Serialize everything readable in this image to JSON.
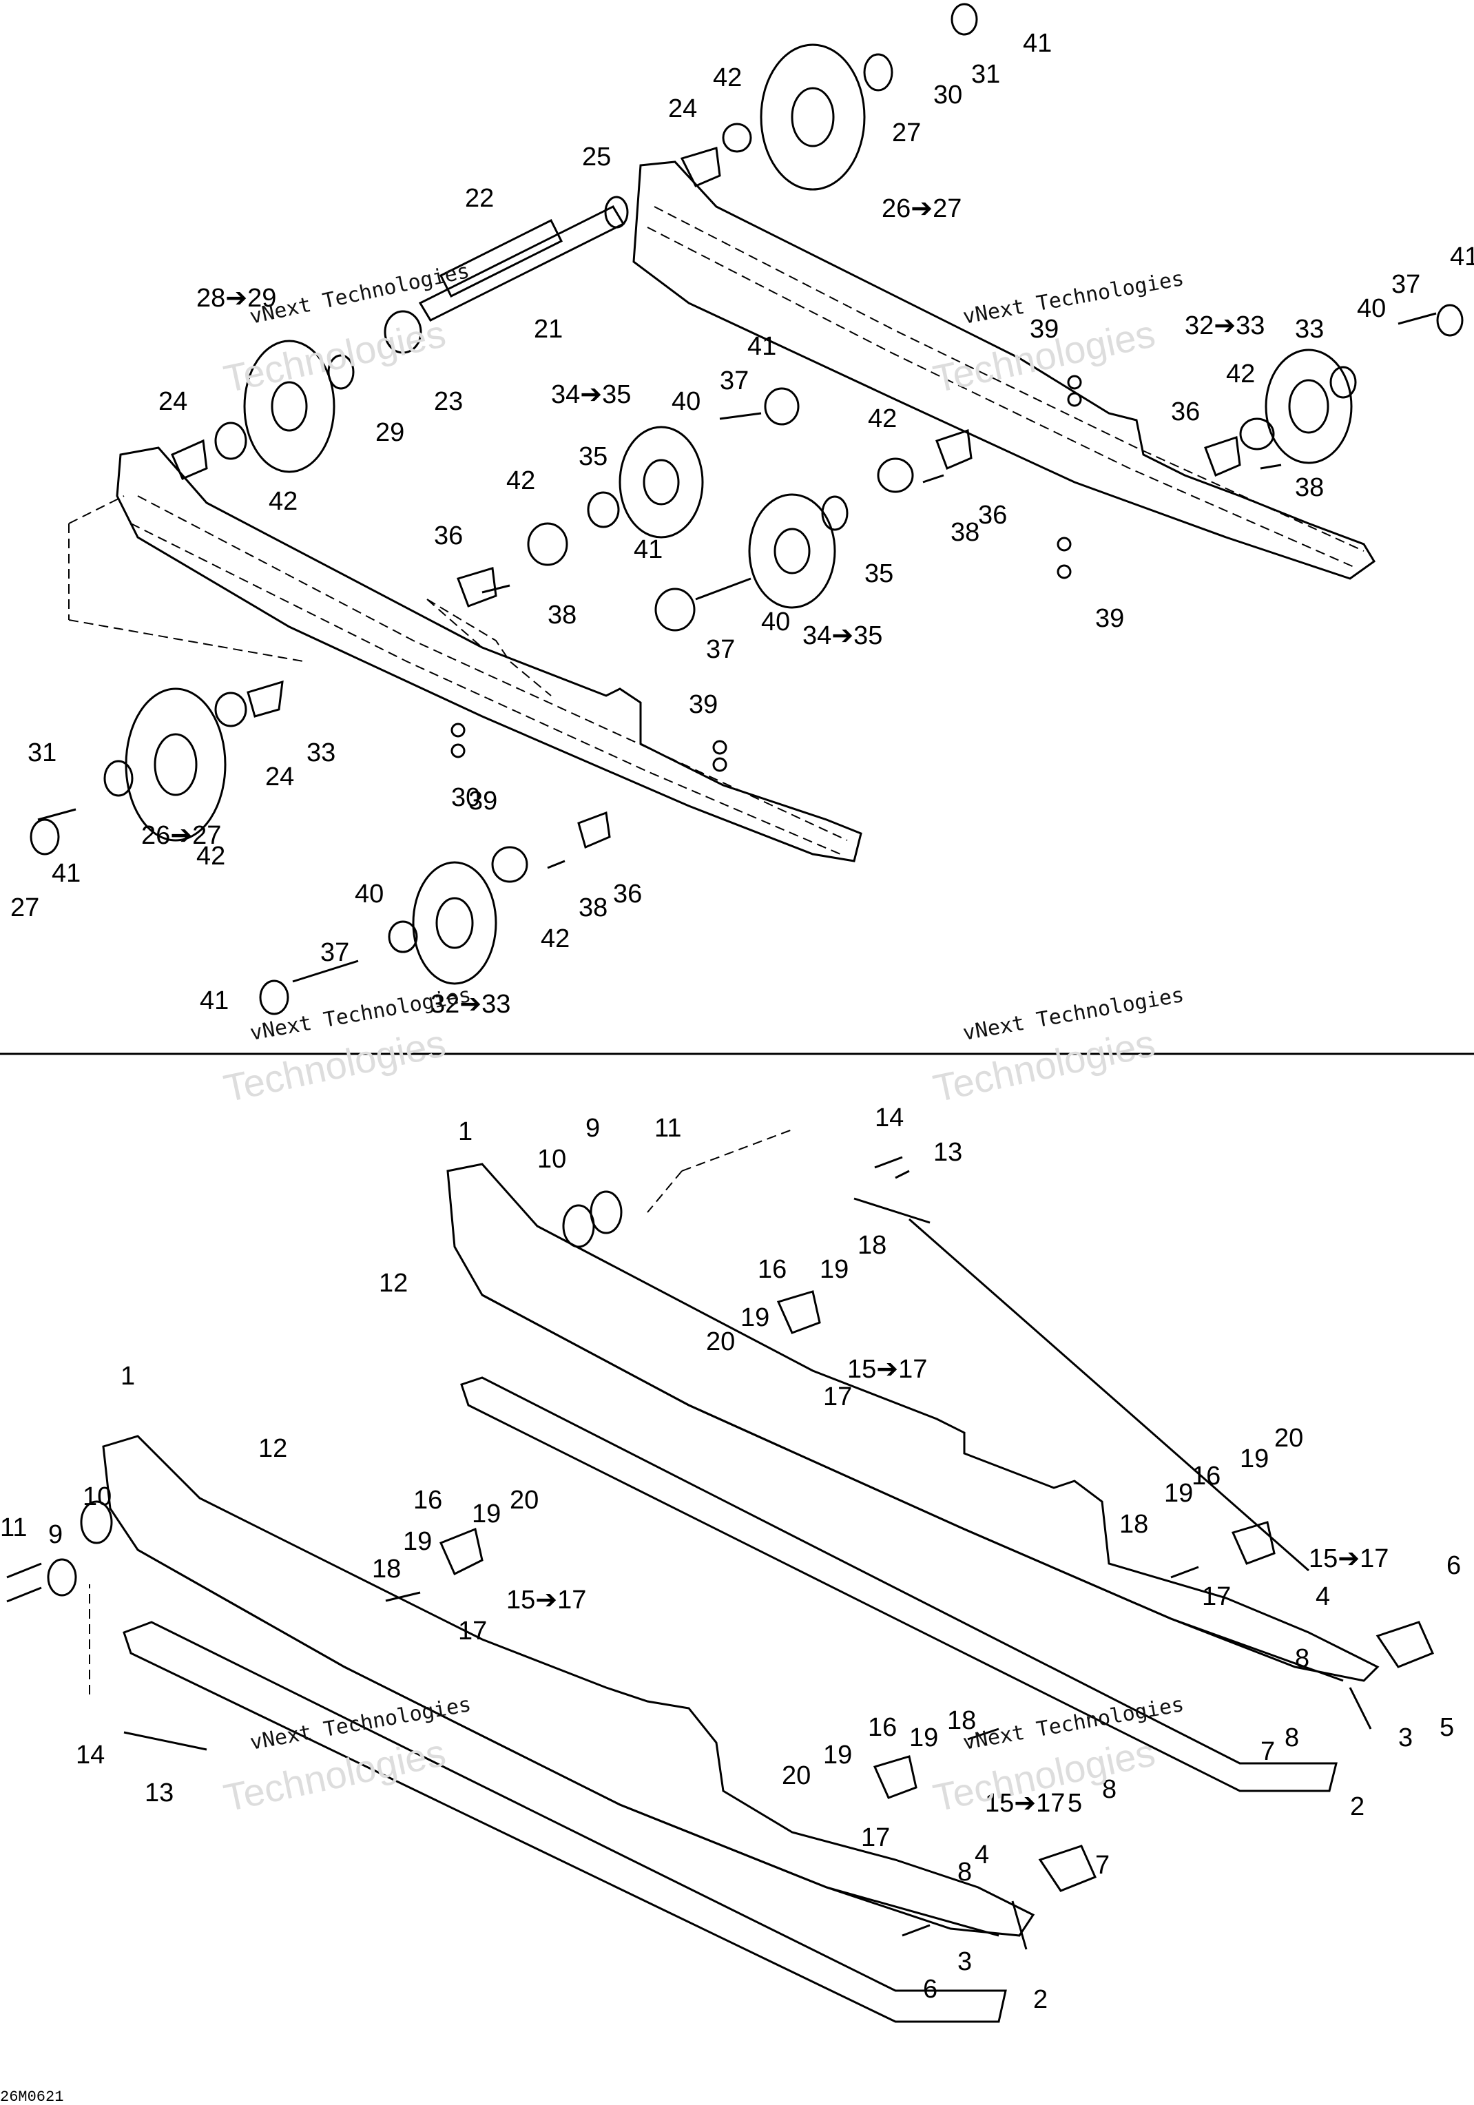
{
  "diagram_code": "26M0621",
  "watermark": {
    "line1": "vNext Technologies",
    "line2": "vNext",
    "line3": "Technologies"
  },
  "callouts_top": [
    "41",
    "31",
    "30",
    "27",
    "26➔27",
    "42",
    "24",
    "25",
    "22",
    "21",
    "23",
    "28➔29",
    "29",
    "24",
    "42",
    "41",
    "37",
    "40",
    "35",
    "34➔35",
    "42",
    "36",
    "38",
    "42",
    "36",
    "38",
    "41",
    "37",
    "40",
    "34➔35",
    "35",
    "39",
    "32➔33",
    "33",
    "40",
    "37",
    "41",
    "42",
    "36",
    "38",
    "39",
    "39",
    "39",
    "30",
    "31",
    "41",
    "27",
    "26➔27",
    "42",
    "24",
    "33",
    "40",
    "37",
    "41",
    "32➔33",
    "42",
    "38",
    "36"
  ],
  "callouts_bottom": [
    "11",
    "14",
    "13",
    "1",
    "9",
    "10",
    "12",
    "16",
    "19",
    "18",
    "19",
    "20",
    "15➔17",
    "17",
    "1",
    "12",
    "11",
    "9",
    "10",
    "16",
    "19",
    "20",
    "18",
    "19",
    "15➔17",
    "17",
    "14",
    "13",
    "19",
    "20",
    "16",
    "18",
    "19",
    "15➔17",
    "17",
    "4",
    "8",
    "6",
    "5",
    "3",
    "7",
    "8",
    "2",
    "16",
    "19",
    "18",
    "20",
    "19",
    "15➔17",
    "17",
    "4",
    "8",
    "7",
    "5",
    "8",
    "6",
    "3",
    "2"
  ]
}
